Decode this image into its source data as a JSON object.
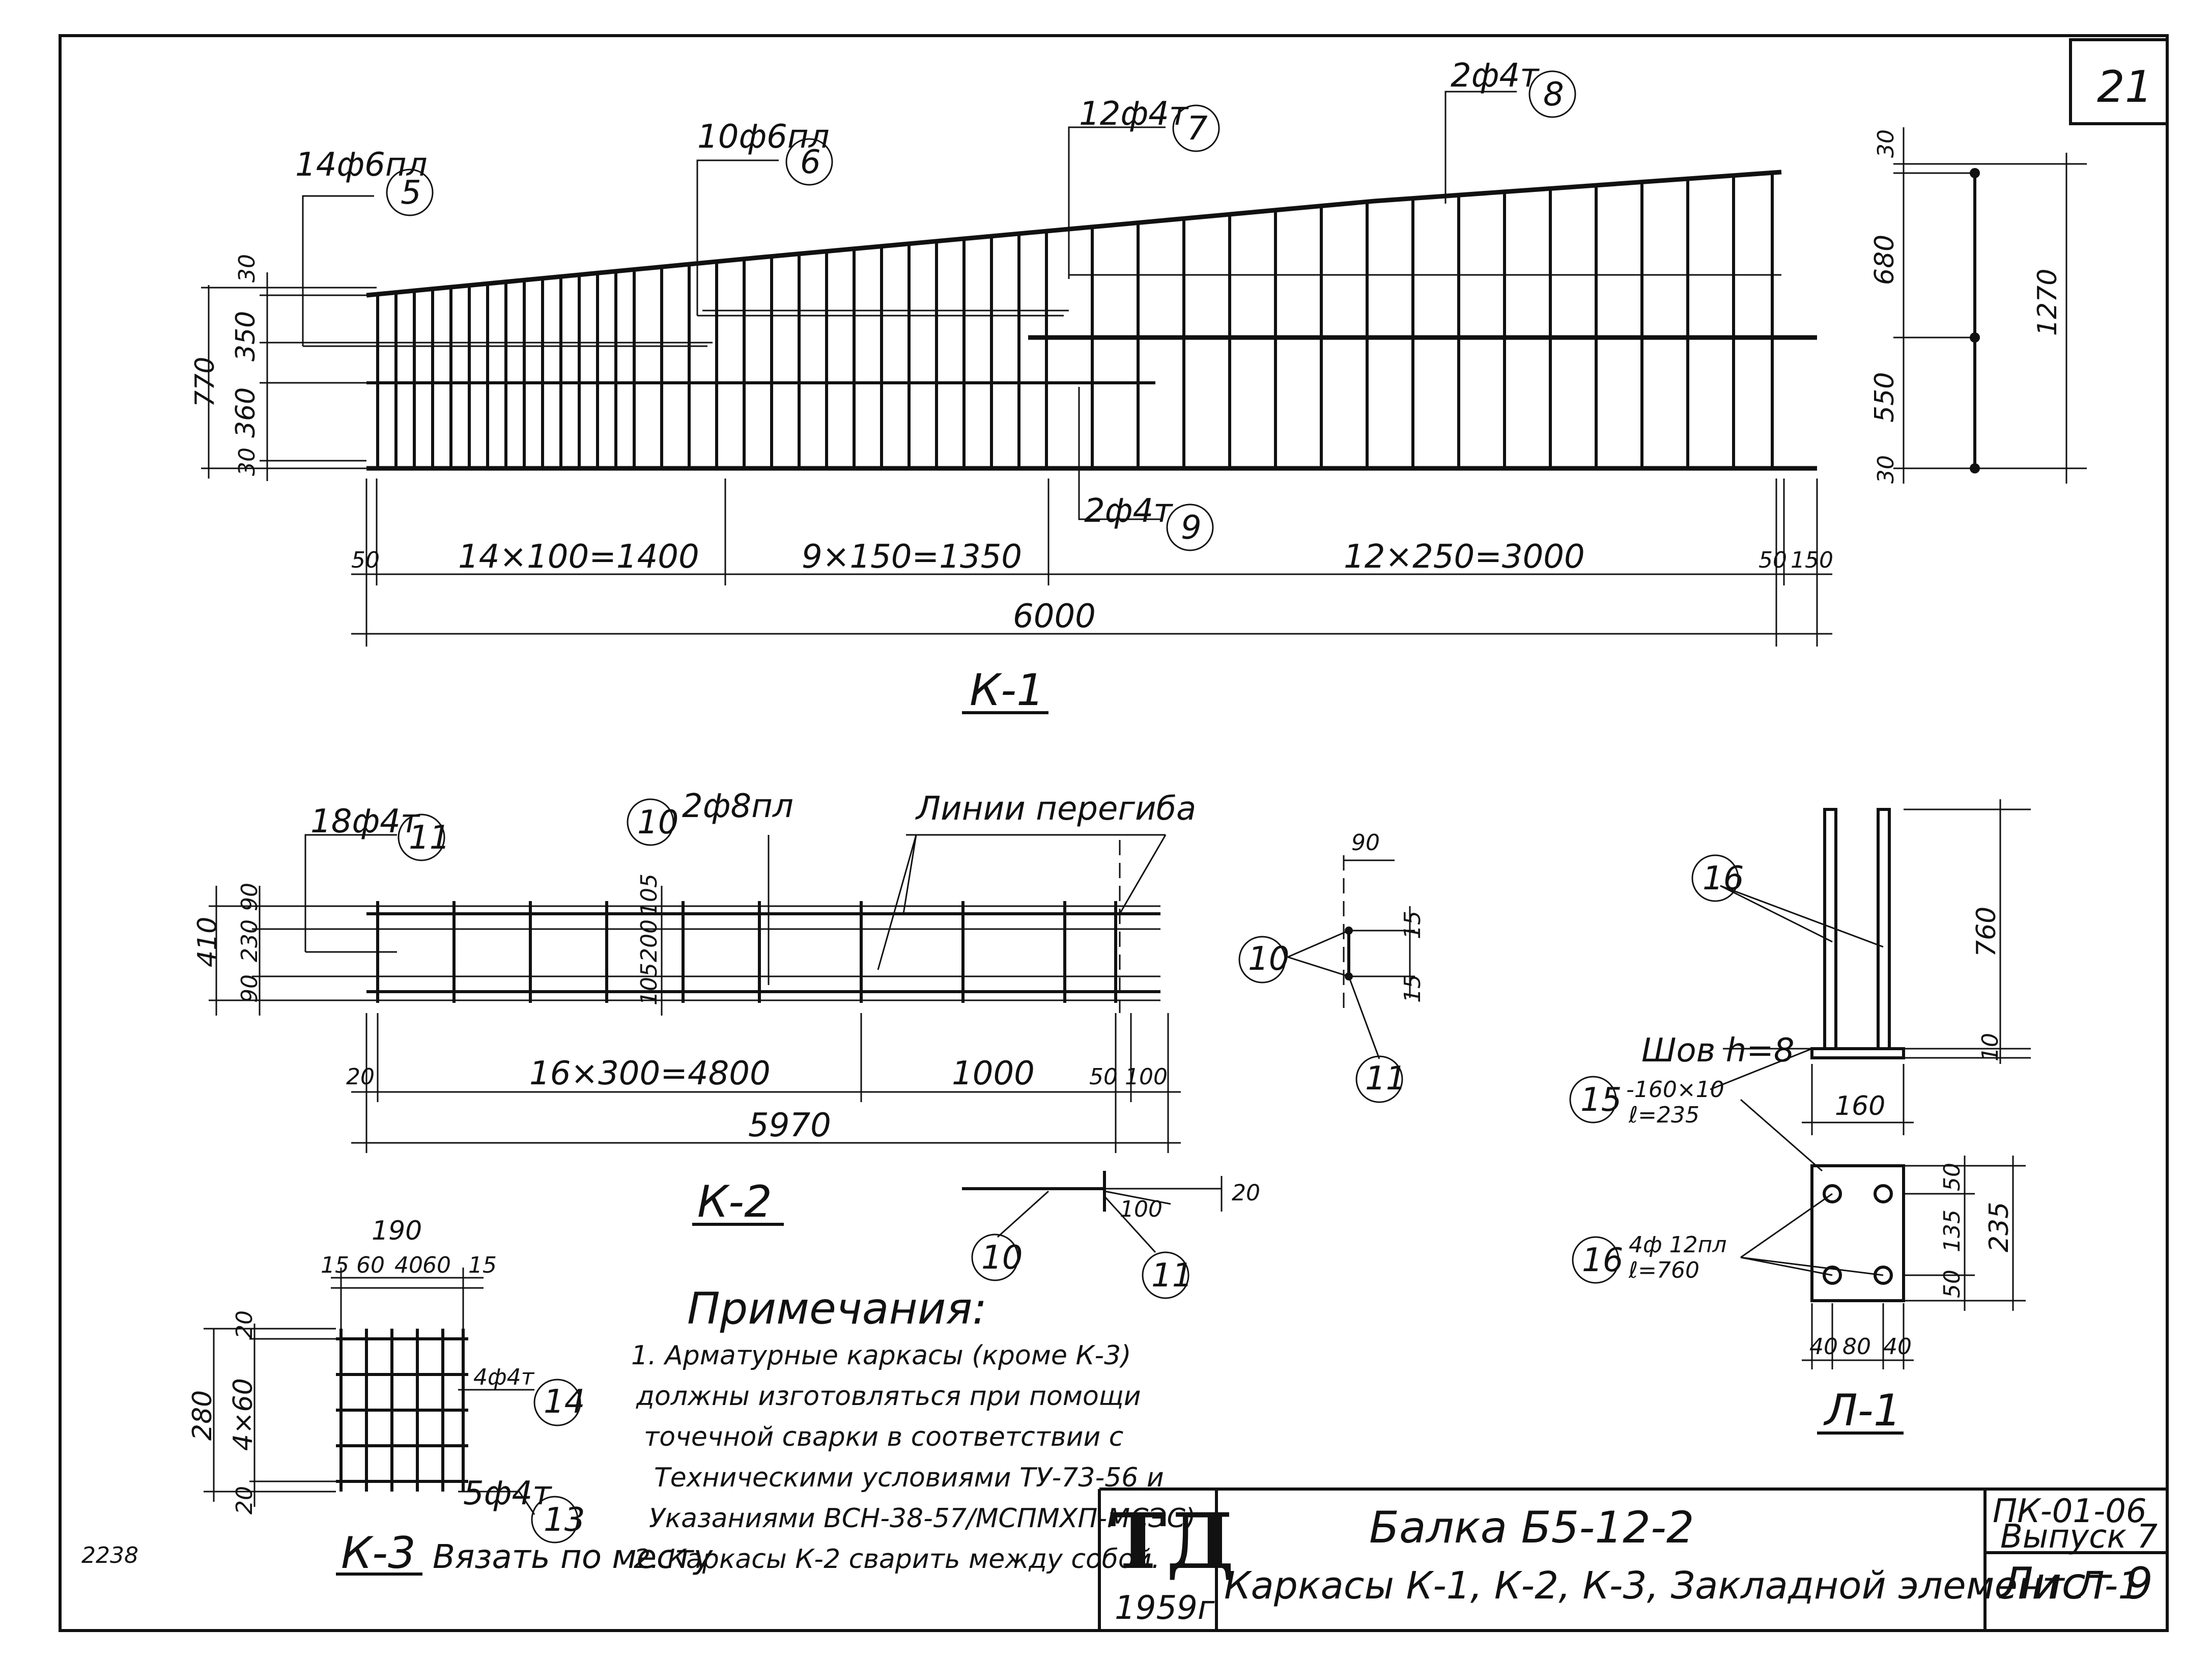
{
  "sheet": {
    "corner_number": "21",
    "stamp_code": "ТД",
    "stamp_year": "1959г",
    "title_main": "Балка Б5-12-2",
    "title_sub": "Каркасы К-1, К-2, К-3, Закладной элемент Л-1",
    "series": "ПК-01-06",
    "issue": "Выпуск 7",
    "sheet_no": "Лист 9",
    "margin_number": "2238"
  },
  "k1": {
    "caption": "К-1",
    "bar5": "14ф6пл",
    "mark5": "5",
    "bar6": "10ф6пл",
    "mark6": "6",
    "bar7": "12ф4т",
    "mark7": "7",
    "bar8": "2ф4т",
    "mark8": "8",
    "bar9": "2ф4т",
    "mark9": "9",
    "dims_left": [
      "30",
      "350",
      "360",
      "30"
    ],
    "dim_height": "770",
    "dims_right": [
      "30",
      "680",
      "550",
      "30"
    ],
    "dim_height_right": "1270",
    "dim_50a": "50",
    "dim_seg1": "14×100=1400",
    "dim_seg2": "9×150=1350",
    "dim_seg3": "12×250=3000",
    "dim_50b": "50",
    "dim_150": "150",
    "dim_total": "6000"
  },
  "k2": {
    "caption": "К-2",
    "bar11": "18ф4т",
    "mark11": "11",
    "bar10": "2ф8пл",
    "mark10": "10",
    "bend_label": "Линии перегиба",
    "dim_410": "410",
    "dim_90a": "90",
    "dim_230": "230",
    "dim_90b": "90",
    "dim_105a": "105",
    "dim_200": "200",
    "dim_105b": "105",
    "dim_20": "20",
    "dim_seg1": "16×300=4800",
    "dim_seg2": "1000",
    "dim_50": "50",
    "dim_100": "100",
    "dim_total": "5970",
    "sec_90": "90",
    "sec_15a": "15",
    "sec_15b": "15",
    "sec_mark10": "10",
    "sec_mark11": "11",
    "bend_20": "20",
    "bend_100": "100",
    "bend_mark10": "10",
    "bend_mark11": "11"
  },
  "k3": {
    "caption": "К-3",
    "note": "Вязать по месту",
    "dim_190": "190",
    "dims_top": [
      "15",
      "60",
      "40",
      "60",
      "15"
    ],
    "dim_280": "280",
    "dim_4x60": "4×60",
    "dim_20a": "20",
    "dim_20b": "20",
    "bar14": "4ф4т",
    "mark14": "14",
    "bar13": "5ф4т",
    "mark13": "13"
  },
  "l1": {
    "caption": "Л-1",
    "mark16a": "16",
    "weld": "Шов h=8",
    "plate_spec": "-160×10",
    "plate_len": "ℓ=235",
    "mark15": "15",
    "bar16": "4ф 12пл",
    "bar16_len": "ℓ=760",
    "mark16b": "16",
    "dim_760": "760",
    "dim_10": "10",
    "dim_160": "160",
    "dim_50a": "50",
    "dim_135": "135",
    "dim_50b": "50",
    "dim_235": "235",
    "dim_40a": "40",
    "dim_80": "80",
    "dim_40b": "40"
  },
  "notes": {
    "title": "Примечания:",
    "lines": [
      "1. Арматурные каркасы (кроме К-3)",
      "должны изготовляться при помощи",
      "точечной сварки в соответствии с",
      "Техническими условиями ТУ-73-56 и",
      "Указаниями ВСН-38-57/МСПМХП-МСЭС)",
      "2. Каркасы К-2 сварить между собой."
    ]
  }
}
